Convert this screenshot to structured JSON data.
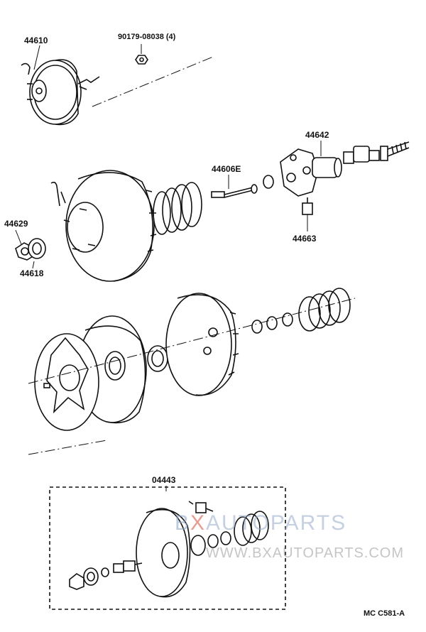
{
  "labels": {
    "p44610": "44610",
    "p90179": "90179-08038 (4)",
    "p44642": "44642",
    "p44606e": "44606E",
    "p44629": "44629",
    "p44663": "44663",
    "p44618": "44618",
    "p04443": "04443",
    "code": "MC C581-A"
  },
  "watermark": {
    "brand_b": "B",
    "brand_x": "X",
    "brand_rest": "AUTOPARTS",
    "url": "WWW.BXAUTOPARTS.COM",
    "colors": {
      "b": "#8fa6c4",
      "x": "#d24a3a",
      "rest": "#8fa6c4",
      "url": "#9a9a9a"
    }
  }
}
